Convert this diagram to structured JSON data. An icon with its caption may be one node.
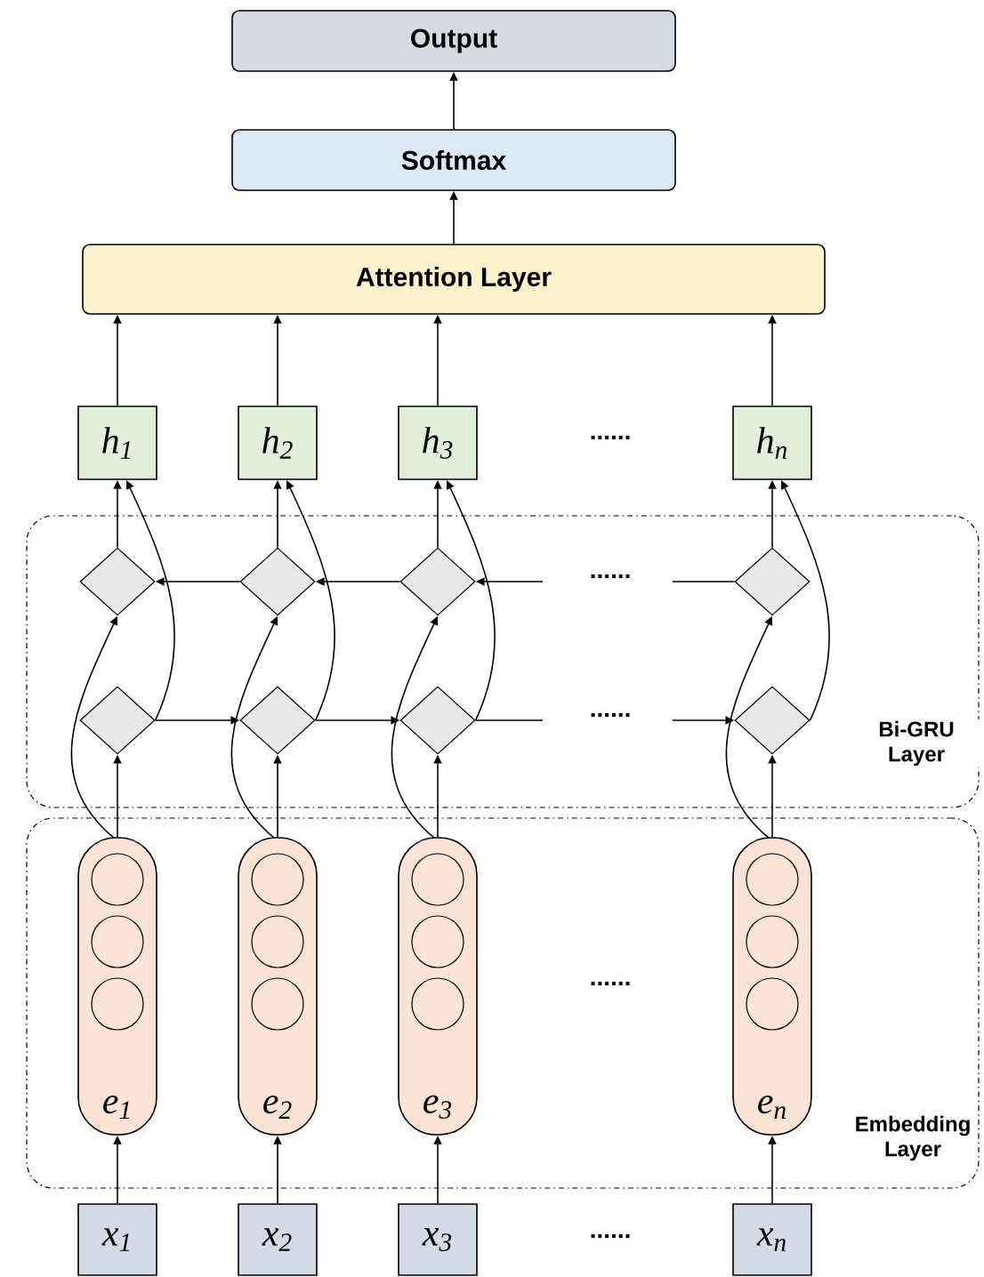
{
  "diagram": {
    "nodes": [
      {
        "text": [
          "Output"
        ]
      },
      {
        "text": [
          "Softmax"
        ]
      },
      {
        "text": [
          "Attention Layer"
        ]
      },
      {
        "text": [
          "h$_{1}$"
        ]
      },
      {
        "text": [
          "h$_{2}$"
        ]
      },
      {
        "text": [
          "h$_{3}$"
        ]
      },
      {
        "text": [
          "h$_{n}$"
        ]
      },
      {
        "text": [
          "Bi-GRU Layer"
        ]
      },
      {
        "text": [],
        "shape": "diamond",
        "in": 7
      },
      {
        "text": [],
        "shape": "diamond",
        "in": 7
      },
      {
        "text": [],
        "shape": "diamond",
        "in": 7
      },
      {
        "text": [],
        "shape": "diamond",
        "in": 7
      },
      {
        "text": [],
        "shape": "diamond",
        "in": 7
      },
      {
        "text": [],
        "shape": "diamond",
        "in": 7
      },
      {
        "text": [],
        "shape": "diamond",
        "in": 7
      },
      {
        "text": [],
        "shape": "diamond",
        "in": 7
      },
      {
        "text": [
          "Embedding Layer"
        ]
      },
      {
        "text": [
          "e$_{1}$"
        ],
        "in": 16
      },
      {
        "text": [
          "e$_{2}$"
        ],
        "in": 16
      },
      {
        "text": [
          "e$_{3}$"
        ],
        "in": 16
      },
      {
        "text": [
          "e$_{n}$"
        ],
        "in": 16
      },
      {
        "text": [
          "x$_{1}$"
        ]
      },
      {
        "text": [
          "x$_{2}$"
        ]
      },
      {
        "text": [
          "x$_{3}$"
        ]
      },
      {
        "text": [
          "x$_{n}$"
        ]
      }
    ],
    "edges": [
      {
        "from": 1,
        "to": 0,
        "arrow": "to"
      },
      {
        "from": 2,
        "to": 1,
        "arrow": "to"
      },
      {
        "from": 3,
        "to": 2,
        "arrow": "to"
      },
      {
        "from": 4,
        "to": 2,
        "arrow": "to"
      },
      {
        "from": 5,
        "to": 2,
        "arrow": "to"
      },
      {
        "from": 6,
        "to": 2,
        "arrow": "to"
      },
      {
        "from": 8,
        "to": 3,
        "arrow": "to"
      },
      {
        "from": 9,
        "to": 4,
        "arrow": "to"
      },
      {
        "from": 10,
        "to": 5,
        "arrow": "to"
      },
      {
        "from": 11,
        "to": 6,
        "arrow": "to"
      },
      {
        "from": 12,
        "to": 3,
        "arrow": "to"
      },
      {
        "from": 13,
        "to": 4,
        "arrow": "to"
      },
      {
        "from": 14,
        "to": 5,
        "arrow": "to"
      },
      {
        "from": 15,
        "to": 6,
        "arrow": "to"
      },
      {
        "from": 9,
        "to": 8,
        "arrow": "to"
      },
      {
        "from": 10,
        "to": 9,
        "arrow": "to"
      },
      {
        "from": null,
        "to": 10,
        "arrow": "to"
      },
      {
        "from": 11,
        "to": null,
        "arrow": "none"
      },
      {
        "from": 12,
        "to": 13,
        "arrow": "to"
      },
      {
        "from": 13,
        "to": 14,
        "arrow": "to"
      },
      {
        "from": 14,
        "to": null,
        "arrow": "none"
      },
      {
        "from": null,
        "to": 15,
        "arrow": "to"
      },
      {
        "from": 17,
        "to": 12,
        "arrow": "to"
      },
      {
        "from": 18,
        "to": 13,
        "arrow": "to"
      },
      {
        "from": 19,
        "to": 14,
        "arrow": "to"
      },
      {
        "from": 20,
        "to": 15,
        "arrow": "to"
      },
      {
        "from": 17,
        "to": 8,
        "arrow": "to"
      },
      {
        "from": 18,
        "to": 9,
        "arrow": "to"
      },
      {
        "from": 19,
        "to": 10,
        "arrow": "to"
      },
      {
        "from": 20,
        "to": 11,
        "arrow": "to"
      },
      {
        "from": 21,
        "to": 17,
        "arrow": "to"
      },
      {
        "from": 22,
        "to": 18,
        "arrow": "to"
      },
      {
        "from": 23,
        "to": 19,
        "arrow": "to"
      },
      {
        "from": 24,
        "to": 20,
        "arrow": "to"
      }
    ],
    "labels": [
      "......",
      "......",
      "......",
      "......",
      "......"
    ]
  }
}
